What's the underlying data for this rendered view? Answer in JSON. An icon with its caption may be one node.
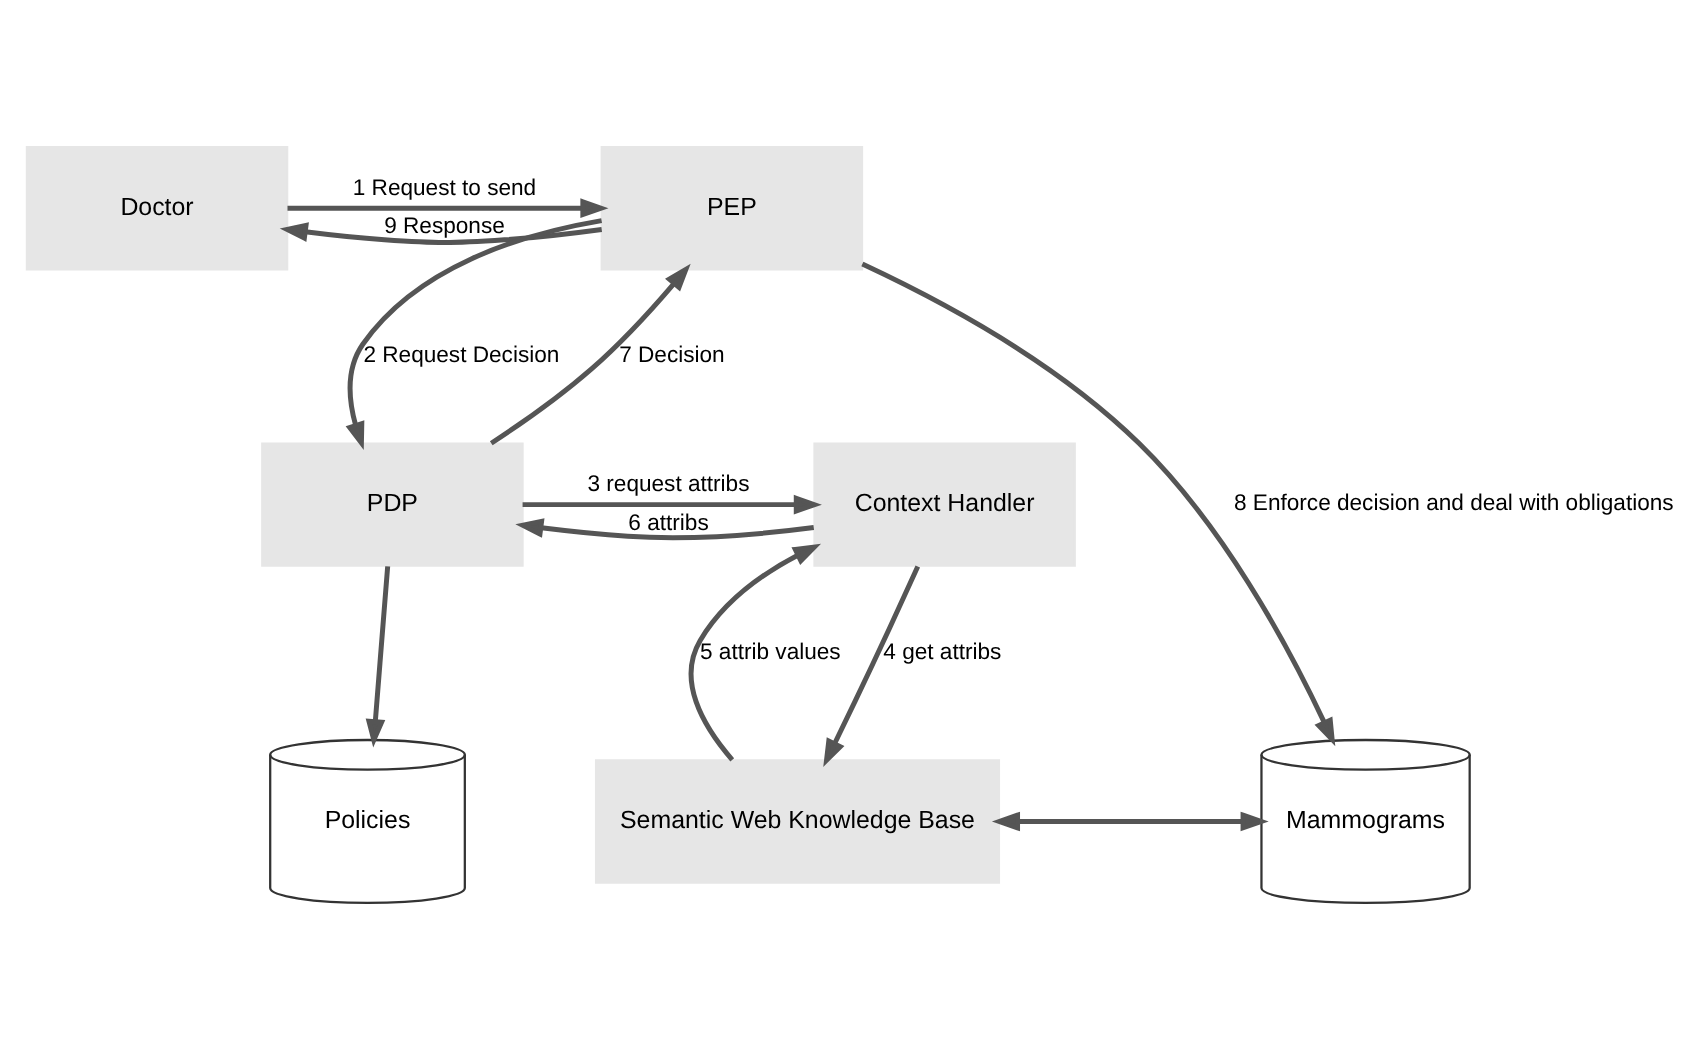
{
  "diagram": {
    "nodes": [
      {
        "text": [
          "Doctor"
        ]
      },
      {
        "text": [
          "PEP"
        ]
      },
      {
        "text": [
          "PDP"
        ]
      },
      {
        "text": [
          "Context Handler"
        ]
      },
      {
        "text": [
          "Policies"
        ]
      },
      {
        "text": [
          "Semantic Web Knowledge Base"
        ]
      },
      {
        "text": [
          "Mammograms"
        ]
      }
    ],
    "edges": [
      {
        "from": 0,
        "to": 1,
        "arrow": "to",
        "label": "1 Request to send"
      },
      {
        "from": 1,
        "to": 0,
        "arrow": "to",
        "label": "9 Response"
      },
      {
        "from": 2,
        "to": 1,
        "arrow": "to",
        "label": "7 Decision"
      },
      {
        "from": 1,
        "to": 2,
        "arrow": "to",
        "label": "2 Request Decision"
      },
      {
        "from": 1,
        "to": 6,
        "arrow": "to",
        "label": "8 Enforce decision and deal with obligations"
      },
      {
        "from": 2,
        "to": 3,
        "arrow": "to",
        "label": "3 request attribs"
      },
      {
        "from": 3,
        "to": 2,
        "arrow": "to",
        "label": "6 attribs"
      },
      {
        "from": 2,
        "to": 4,
        "arrow": "to"
      },
      {
        "from": 3,
        "to": 5,
        "arrow": "to",
        "label": "4 get attribs"
      },
      {
        "from": 5,
        "to": 3,
        "arrow": "to",
        "label": "5 attrib values"
      },
      {
        "from": 6,
        "to": 5,
        "arrow": "both"
      }
    ]
  }
}
